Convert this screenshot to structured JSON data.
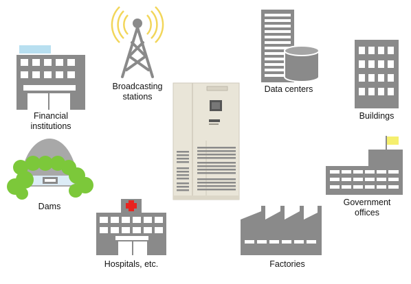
{
  "diagram": {
    "center_item": "power-supply-cabinet",
    "colors": {
      "building_gray": "#8a8a8a",
      "window_white": "#ffffff",
      "sign_blue": "#b8dff0",
      "cabinet_beige": "#e9e5d8",
      "cross_red": "#e8231f",
      "flag_yellow": "#f5ef6e",
      "tree_green": "#7cc83a",
      "signal_yellow": "#f2d65a"
    },
    "labels": {
      "financial": [
        "Financial",
        "institutions"
      ],
      "broadcasting": [
        "Broadcasting",
        "stations"
      ],
      "data_centers": "Data centers",
      "buildings": "Buildings",
      "dams": "Dams",
      "hospitals": "Hospitals, etc.",
      "government": [
        "Government",
        "offices"
      ],
      "factories": "Factories"
    }
  }
}
